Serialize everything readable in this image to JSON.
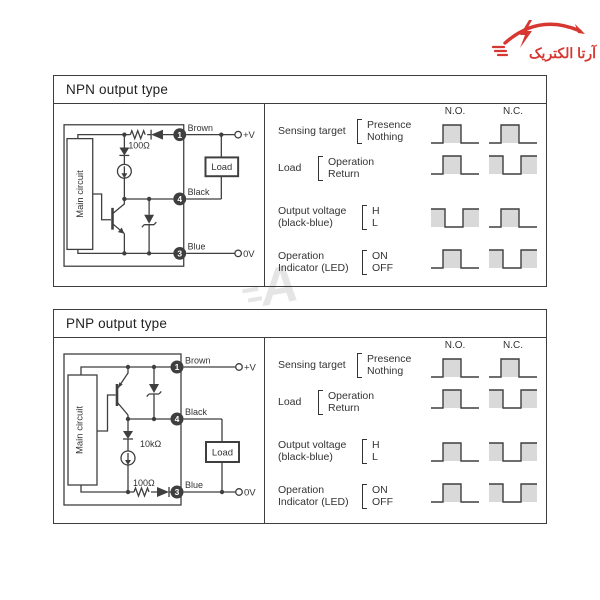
{
  "logo": {
    "brand_text": "آرتا الکتریک"
  },
  "watermark": {
    "mark": "A"
  },
  "colors": {
    "accent_red": "#d63831",
    "line": "#3f3f3f",
    "waveform_fill": "#d9d9d9",
    "watermark_gray": "#c6c6c6"
  },
  "panels": [
    {
      "title": "NPN output type",
      "circuit": {
        "box_label": "Main circuit",
        "top_resistor": "100Ω",
        "load": "Load",
        "terminal_top": "1",
        "terminal_mid": "4",
        "terminal_bottom": "3",
        "wire_top": "Brown",
        "wire_mid": "Black",
        "wire_bottom": "Blue",
        "vplus": "+V",
        "vzero": "0V"
      },
      "table": {
        "headers": [
          "N.O.",
          "N.C."
        ],
        "rows": [
          {
            "label_lines": [
              "Sensing target"
            ],
            "options": [
              "Presence",
              "Nothing"
            ],
            "no": "pulse",
            "nc": "pulse"
          },
          {
            "label_lines": [
              "Load"
            ],
            "options": [
              "Operation",
              "Return"
            ],
            "no": "pulse",
            "nc": "inverted"
          },
          {
            "label_lines": [
              "Output voltage",
              "(black-blue)"
            ],
            "options": [
              "H",
              "L"
            ],
            "no": "inverted",
            "nc": "pulse"
          },
          {
            "label_lines": [
              "Operation",
              "Indicator (LED)"
            ],
            "options": [
              "ON",
              "OFF"
            ],
            "no": "pulse",
            "nc": "inverted"
          }
        ]
      }
    },
    {
      "title": "PNP output type",
      "circuit": {
        "box_label": "Main circuit",
        "pull_resistor": "10kΩ",
        "bottom_resistor": "100Ω",
        "load": "Load",
        "terminal_top": "1",
        "terminal_mid": "4",
        "terminal_bottom": "3",
        "wire_top": "Brown",
        "wire_mid": "Black",
        "wire_bottom": "Blue",
        "vplus": "+V",
        "vzero": "0V"
      },
      "table": {
        "headers": [
          "N.O.",
          "N.C."
        ],
        "rows": [
          {
            "label_lines": [
              "Sensing target"
            ],
            "options": [
              "Presence",
              "Nothing"
            ],
            "no": "pulse",
            "nc": "pulse"
          },
          {
            "label_lines": [
              "Load"
            ],
            "options": [
              "Operation",
              "Return"
            ],
            "no": "pulse",
            "nc": "inverted"
          },
          {
            "label_lines": [
              "Output voltage",
              "(black-blue)"
            ],
            "options": [
              "H",
              "L"
            ],
            "no": "pulse",
            "nc": "inverted"
          },
          {
            "label_lines": [
              "Operation",
              "Indicator (LED)"
            ],
            "options": [
              "ON",
              "OFF"
            ],
            "no": "pulse",
            "nc": "inverted"
          }
        ]
      }
    }
  ]
}
